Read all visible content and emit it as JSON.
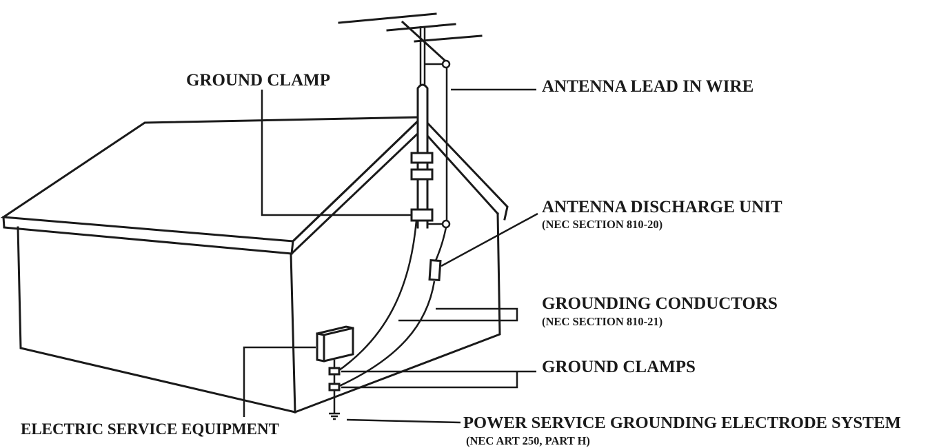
{
  "labels": {
    "ground_clamp": "GROUND CLAMP",
    "antenna_lead_in_wire": "ANTENNA LEAD IN WIRE",
    "antenna_discharge_unit": "ANTENNA DISCHARGE UNIT",
    "antenna_discharge_unit_ref": "(NEC SECTION 810-20)",
    "grounding_conductors": "GROUNDING CONDUCTORS",
    "grounding_conductors_ref": "(NEC SECTION 810-21)",
    "ground_clamps": "GROUND CLAMPS",
    "electric_service_equipment": "ELECTRIC SERVICE EQUIPMENT",
    "power_service_grounding": "POWER SERVICE GROUNDING ELECTRODE SYSTEM",
    "power_service_grounding_ref": "(NEC ART 250, PART H)"
  }
}
